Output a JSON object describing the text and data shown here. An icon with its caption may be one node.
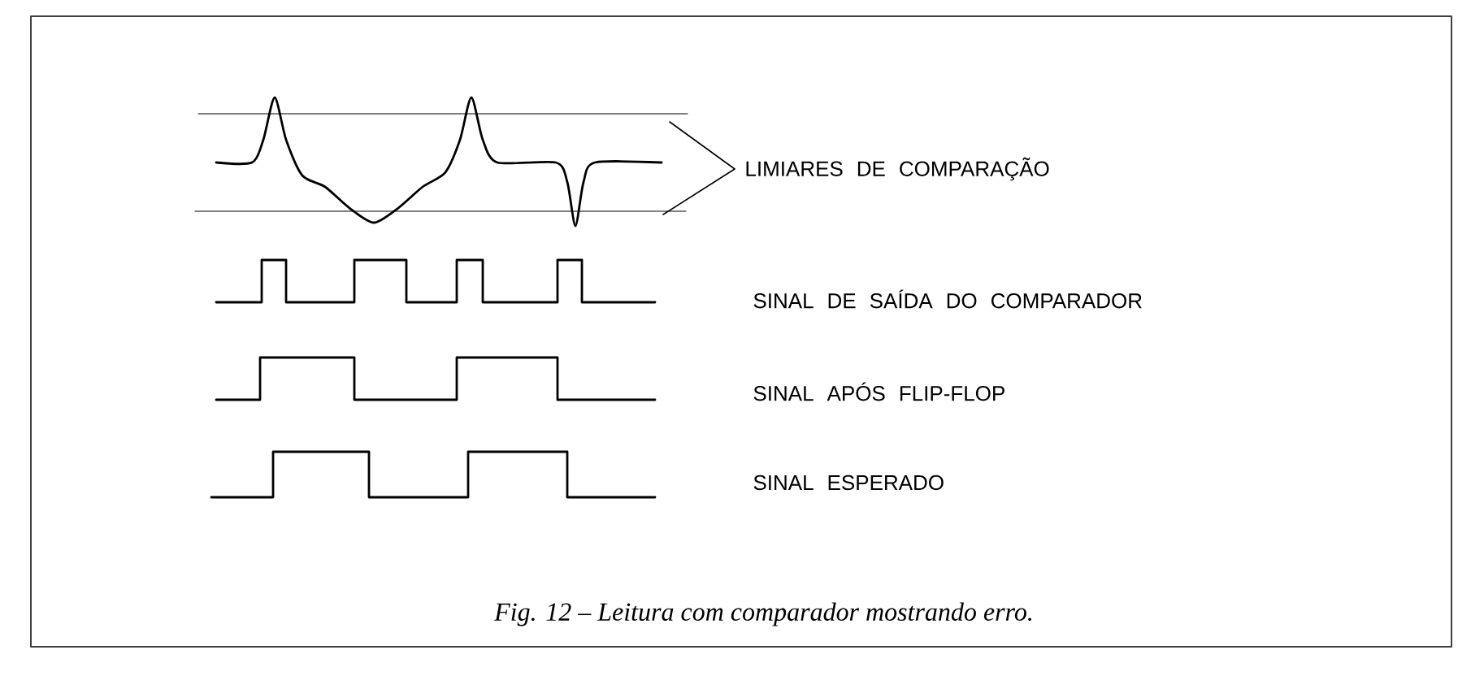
{
  "diagram": {
    "caption": "Fig. 12 – Leitura com comparador mostrando erro.",
    "labels": [
      "LIMIARES DE COMPARAÇÃO",
      "SINAL DE SAÍDA DO COMPARADOR",
      "SINAL APÓS FLIP-FLOP",
      "SINAL ESPERADO"
    ]
  }
}
